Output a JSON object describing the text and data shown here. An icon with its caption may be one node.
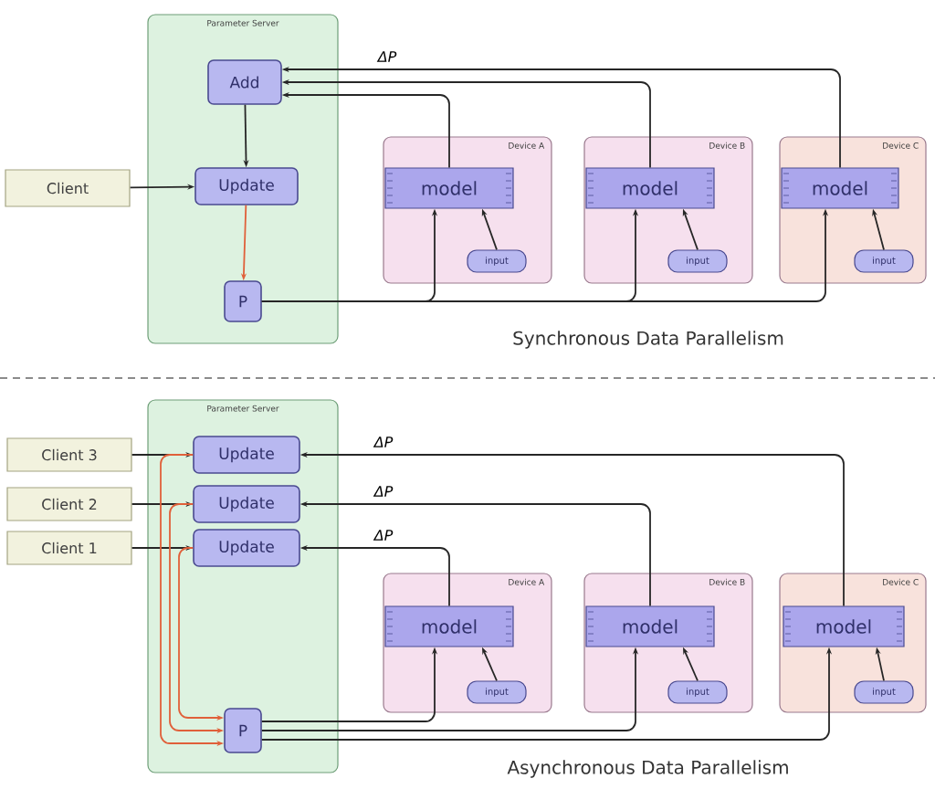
{
  "diagram": {
    "nodes": [
      {
        "text": [
          "Parameter Server"
        ]
      },
      {
        "text": [
          "Add"
        ],
        "in": 0
      },
      {
        "text": [
          "Update"
        ],
        "in": 0
      },
      {
        "text": [
          "P"
        ],
        "in": 0
      },
      {
        "text": [
          "Client"
        ]
      },
      {
        "text": [
          "Device A"
        ]
      },
      {
        "text": [
          "model"
        ],
        "in": 5
      },
      {
        "text": [
          "input"
        ],
        "in": 5
      },
      {
        "text": [
          "Device B"
        ]
      },
      {
        "text": [
          "model"
        ],
        "in": 8
      },
      {
        "text": [
          "input"
        ],
        "in": 8
      },
      {
        "text": [
          "Device C"
        ]
      },
      {
        "text": [
          "model"
        ],
        "in": 11
      },
      {
        "text": [
          "input"
        ],
        "in": 11
      },
      {
        "text": [
          "Parameter Server"
        ]
      },
      {
        "text": [
          "Update"
        ],
        "in": 14
      },
      {
        "text": [
          "Update"
        ],
        "in": 14
      },
      {
        "text": [
          "Update"
        ],
        "in": 14
      },
      {
        "text": [
          "P"
        ],
        "in": 14
      },
      {
        "text": [
          "Client 3"
        ]
      },
      {
        "text": [
          "Client 2"
        ]
      },
      {
        "text": [
          "Client 1"
        ]
      },
      {
        "text": [
          "Device A"
        ]
      },
      {
        "text": [
          "model"
        ],
        "in": 22
      },
      {
        "text": [
          "input"
        ],
        "in": 22
      },
      {
        "text": [
          "Device B"
        ]
      },
      {
        "text": [
          "model"
        ],
        "in": 25
      },
      {
        "text": [
          "input"
        ],
        "in": 25
      },
      {
        "text": [
          "Device C"
        ]
      },
      {
        "text": [
          "model"
        ],
        "in": 28
      },
      {
        "text": [
          "input"
        ],
        "in": 28
      }
    ],
    "edges": [
      {
        "from": 1,
        "to": 2,
        "arrow": "to"
      },
      {
        "from": 4,
        "to": 2,
        "arrow": "to"
      },
      {
        "from": 2,
        "to": 3,
        "arrow": "to",
        "color": "#e0603a"
      },
      {
        "from": 12,
        "to": 1,
        "arrow": "to",
        "label": "ΔP"
      },
      {
        "from": 9,
        "to": 1,
        "arrow": "to"
      },
      {
        "from": 6,
        "to": 1,
        "arrow": "to"
      },
      {
        "from": 3,
        "to": 6,
        "arrow": "to"
      },
      {
        "from": 3,
        "to": 9,
        "arrow": "to"
      },
      {
        "from": 3,
        "to": 12,
        "arrow": "to"
      },
      {
        "from": 7,
        "to": 6,
        "arrow": "to"
      },
      {
        "from": 10,
        "to": 9,
        "arrow": "to"
      },
      {
        "from": 13,
        "to": 12,
        "arrow": "to"
      },
      {
        "from": 19,
        "to": 15,
        "arrow": "to"
      },
      {
        "from": 20,
        "to": 16,
        "arrow": "to"
      },
      {
        "from": 21,
        "to": 17,
        "arrow": "to"
      },
      {
        "from": 23,
        "to": 17,
        "arrow": "to",
        "label": "ΔP"
      },
      {
        "from": 26,
        "to": 16,
        "arrow": "to",
        "label": "ΔP"
      },
      {
        "from": 29,
        "to": 15,
        "arrow": "to",
        "label": "ΔP"
      },
      {
        "from": 15,
        "to": 18,
        "arrow": "to",
        "color": "#e0603a"
      },
      {
        "from": 16,
        "to": 18,
        "arrow": "to",
        "color": "#e0603a"
      },
      {
        "from": 17,
        "to": 18,
        "arrow": "to",
        "color": "#e0603a"
      },
      {
        "from": 18,
        "to": 23,
        "arrow": "to"
      },
      {
        "from": 18,
        "to": 26,
        "arrow": "to"
      },
      {
        "from": 18,
        "to": 29,
        "arrow": "to"
      },
      {
        "from": 24,
        "to": 23,
        "arrow": "to"
      },
      {
        "from": 27,
        "to": 26,
        "arrow": "to"
      },
      {
        "from": 30,
        "to": 29,
        "arrow": "to"
      }
    ],
    "labels": [
      "Synchronous Data Parallelism",
      "Asynchronous Data Parallelism"
    ]
  }
}
